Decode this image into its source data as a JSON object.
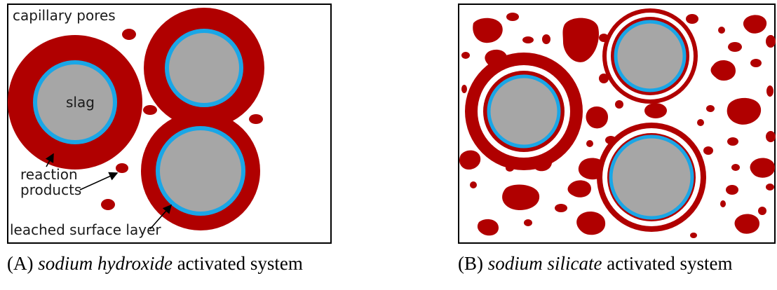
{
  "panel_a": {
    "labels": {
      "capillary_pores": "capillary pores",
      "slag": "slag",
      "reaction": "reaction",
      "products": "products",
      "leached_surface_layer": "leached surface layer"
    },
    "caption": {
      "letter": "(A)",
      "activator": "sodium hydroxide",
      "suffix": "activated system"
    }
  },
  "panel_b": {
    "caption": {
      "letter": "(B)",
      "activator": "sodium silicate",
      "suffix": "activated system"
    }
  },
  "colors": {
    "reaction_products": "#b00000",
    "leached_layer": "#1aa6e6",
    "slag": "#a6a6a6",
    "border": "#000000"
  }
}
